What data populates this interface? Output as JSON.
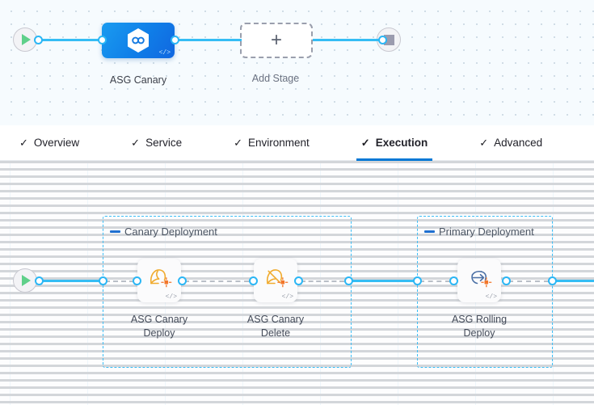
{
  "stage_canvas": {
    "start_node": {
      "name": "pipeline-start",
      "icon": "play-icon"
    },
    "end_node": {
      "name": "pipeline-stop",
      "icon": "stop-icon"
    },
    "stages": [
      {
        "label": "ASG Canary",
        "icon": "harness-cd-hexagon-icon",
        "code_badge": "</>",
        "selected": true
      },
      {
        "label": "Add Stage",
        "icon": "plus-icon"
      }
    ]
  },
  "tabs": {
    "items": [
      {
        "label": "Overview",
        "check": "✓",
        "active": false
      },
      {
        "label": "Service",
        "check": "✓",
        "active": false
      },
      {
        "label": "Environment",
        "check": "✓",
        "active": false
      },
      {
        "label": "Execution",
        "check": "✓",
        "active": true
      },
      {
        "label": "Advanced",
        "check": "✓",
        "active": false
      }
    ]
  },
  "execution": {
    "start_node": {
      "name": "execution-start",
      "icon": "play-icon"
    },
    "groups": [
      {
        "label": "Canary Deployment",
        "steps": [
          {
            "label": "ASG Canary\nDeploy",
            "icon": "asg-canary-deploy-icon",
            "code_badge": "</>"
          },
          {
            "label": "ASG Canary\nDelete",
            "icon": "asg-canary-delete-icon",
            "code_badge": "</>"
          }
        ]
      },
      {
        "label": "Primary Deployment",
        "steps": [
          {
            "label": "ASG Rolling\nDeploy",
            "icon": "asg-rolling-deploy-icon",
            "code_badge": "</>"
          }
        ]
      }
    ]
  },
  "colors": {
    "accent_blue": "#0278d5",
    "link_blue": "#35bdf4",
    "group_dashed": "#3cbdf5",
    "aws_orange": "#f2762a",
    "canary_yellow": "#f5b335",
    "play_green": "#5fd08a",
    "stop_gray": "#9b9bae"
  }
}
